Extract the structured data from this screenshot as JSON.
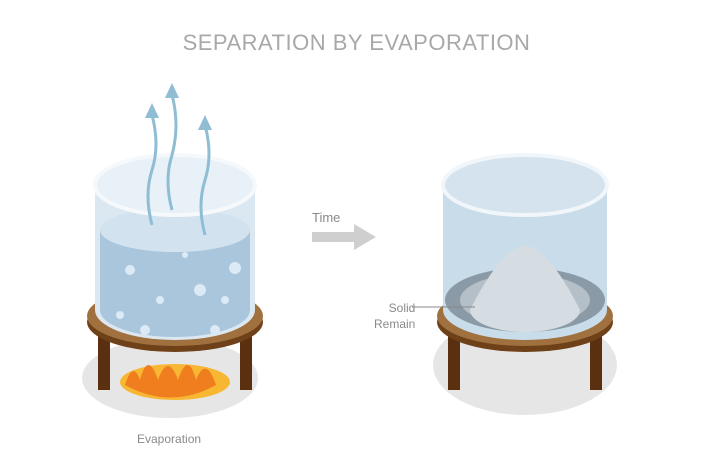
{
  "title": "SEPARATION BY EVAPORATION",
  "arrow_label": "Time",
  "callout": {
    "line1": "Solid",
    "line2": "Remain"
  },
  "caption": "Evaporation",
  "colors": {
    "water": "#a9c6dc",
    "glass": "#dbe8f2",
    "table": "#7a4a22",
    "flame": "#f59a1e",
    "steam": "#8fbdd3",
    "text": "#9a9a9a"
  }
}
